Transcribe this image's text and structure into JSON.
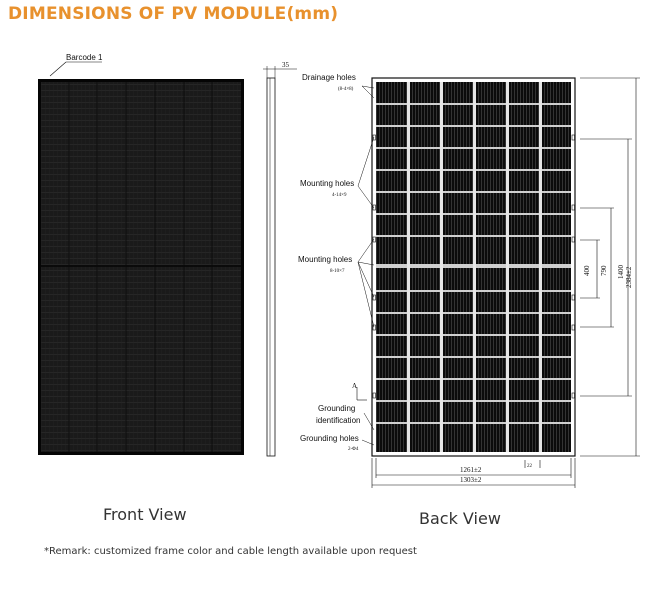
{
  "title": "DIMENSIONS OF PV MODULE(mm)",
  "labels": {
    "barcode": "Barcode 1",
    "thickness": "35",
    "drainage_holes": "Drainage holes",
    "drainage_holes_spec": "(8-4×8)",
    "mounting_holes_1": "Mounting holes",
    "mounting_holes_1_spec": "4-14×9",
    "mounting_holes_2": "Mounting holes",
    "mounting_holes_2_spec": "8-10×7",
    "grounding_identification_1": "Grounding",
    "grounding_identification_2": "identification",
    "grounding_holes": "Grounding holes",
    "grounding_holes_spec": "2-Φ4",
    "marker_a": "A",
    "dim_400": "400",
    "dim_790": "790",
    "dim_1400": "1400",
    "dim_2384": "2384±2",
    "dim_1261": "1261±2",
    "dim_1303": "1303±2",
    "dim_small": "22"
  },
  "views": {
    "front": "Front View",
    "back": "Back View"
  },
  "remark": "*Remark: customized frame color and cable length available upon request",
  "colors": {
    "title": "#e8912d",
    "panel": "#141414",
    "frame": "#000000"
  }
}
